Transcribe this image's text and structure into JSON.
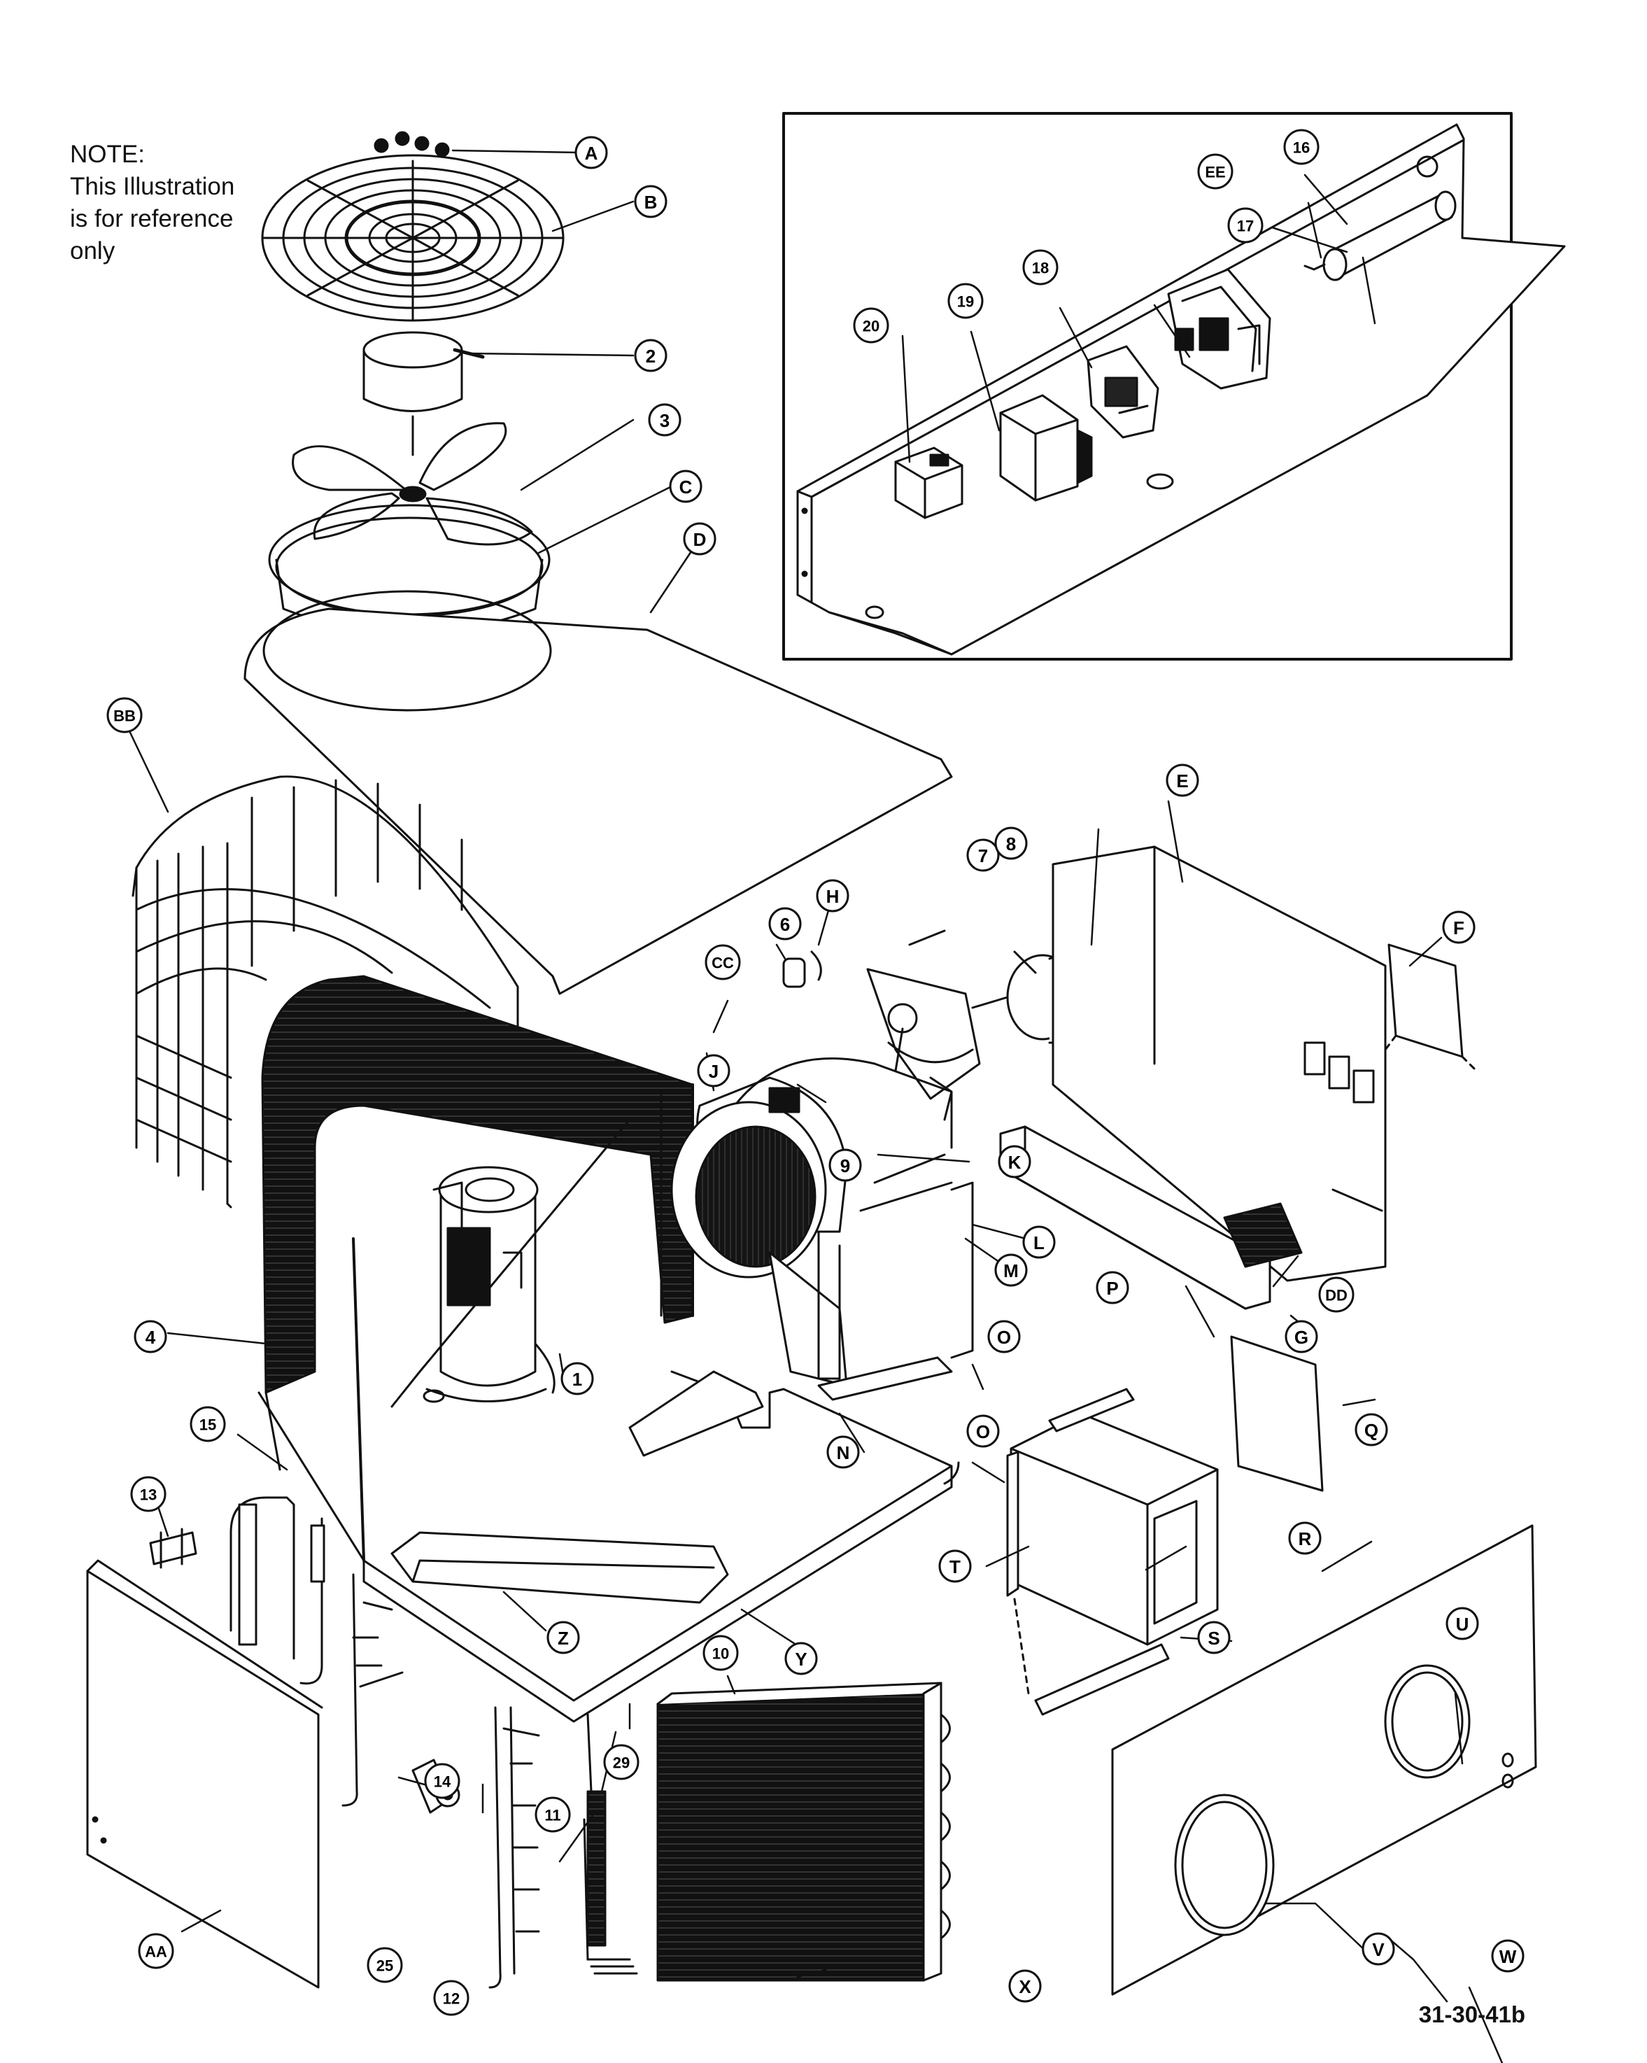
{
  "note": {
    "line1": "NOTE:",
    "line2": "This Illustration",
    "line3": "is for reference",
    "line4": "only"
  },
  "figure_id": "31-30-41b",
  "callouts": {
    "A": "A",
    "B": "B",
    "C": "C",
    "D": "D",
    "E": "E",
    "F": "F",
    "G": "G",
    "H": "H",
    "J": "J",
    "K": "K",
    "L": "L",
    "M": "M",
    "N": "N",
    "O1": "O",
    "O2": "O",
    "P": "P",
    "Q": "Q",
    "R": "R",
    "S": "S",
    "T": "T",
    "U": "U",
    "V": "V",
    "W": "W",
    "X": "X",
    "Y": "Y",
    "Z": "Z",
    "AA": "AA",
    "BB": "BB",
    "CC": "CC",
    "DD": "DD",
    "EE": "EE",
    "n1": "1",
    "n2": "2",
    "n3": "3",
    "n4": "4",
    "n6": "6",
    "n7": "7",
    "n8": "8",
    "n9": "9",
    "n10": "10",
    "n11": "11",
    "n12": "12",
    "n13": "13",
    "n14": "14",
    "n15": "15",
    "n16": "16",
    "n17": "17",
    "n18": "18",
    "n19": "19",
    "n20": "20",
    "n25": "25",
    "n29": "29"
  }
}
